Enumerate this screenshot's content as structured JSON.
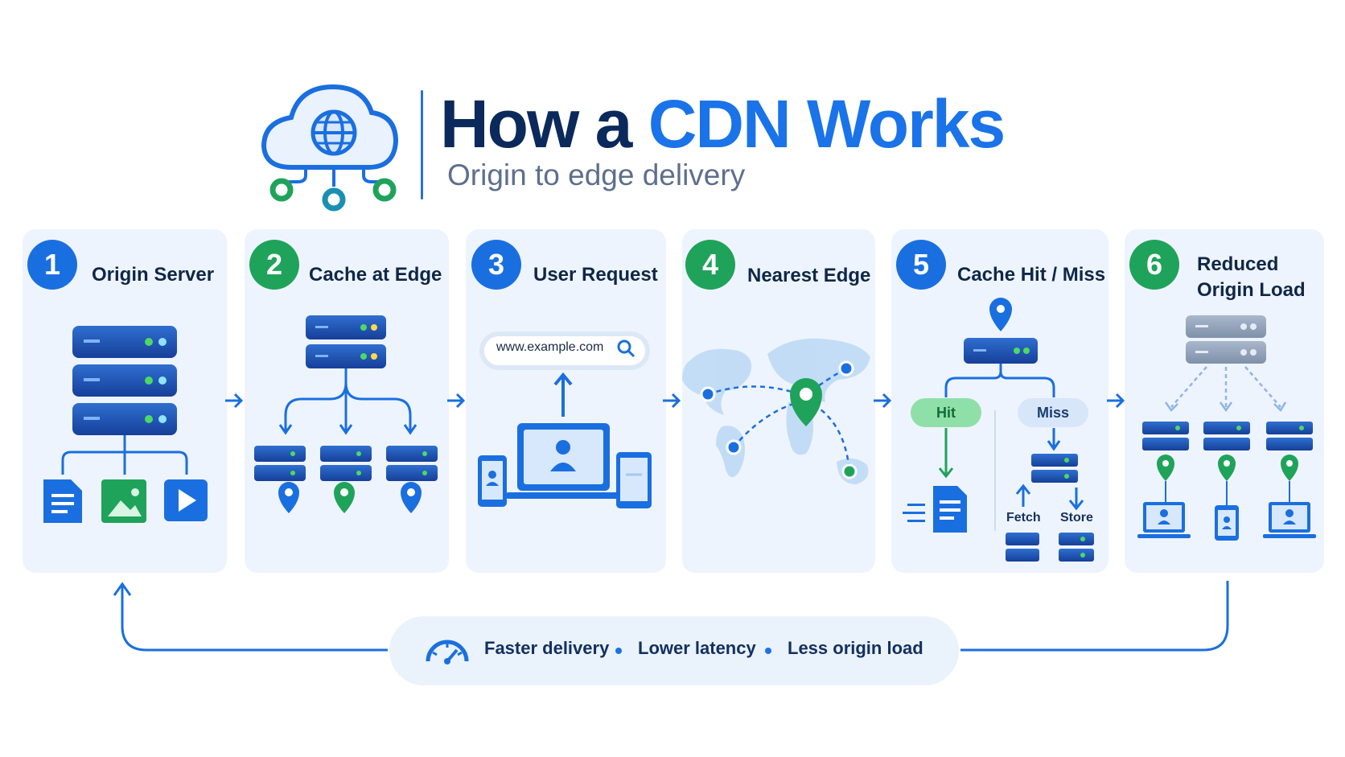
{
  "header": {
    "title_part1": "How a",
    "title_part2": "CDN Works",
    "subtitle": "Origin to edge delivery"
  },
  "steps": [
    {
      "number": "1",
      "label": "Origin Server"
    },
    {
      "number": "2",
      "label": "Cache at Edge"
    },
    {
      "number": "3",
      "label": "User Request"
    },
    {
      "number": "4",
      "label": "Nearest Edge"
    },
    {
      "number": "5",
      "label": "Cache Hit / Miss"
    },
    {
      "number": "6",
      "label_line1": "Reduced",
      "label_line2": "Origin Load"
    }
  ],
  "request": {
    "url": "www.example.com"
  },
  "cache": {
    "hit": "Hit",
    "miss": "Miss",
    "fetch": "Fetch",
    "store": "Store"
  },
  "benefits": [
    "Faster delivery",
    "Lower latency",
    "Less origin load"
  ],
  "colors": {
    "brand_blue": "#1a73e8",
    "dark_navy": "#0b2a5b",
    "green": "#1fa35a",
    "panel_bg": "#eef4fd"
  },
  "icons": {
    "logo": "cloud-globe-network-icon",
    "origin_content": [
      "document-icon",
      "image-icon",
      "video-play-icon"
    ],
    "benefit": "speedometer-icon"
  }
}
